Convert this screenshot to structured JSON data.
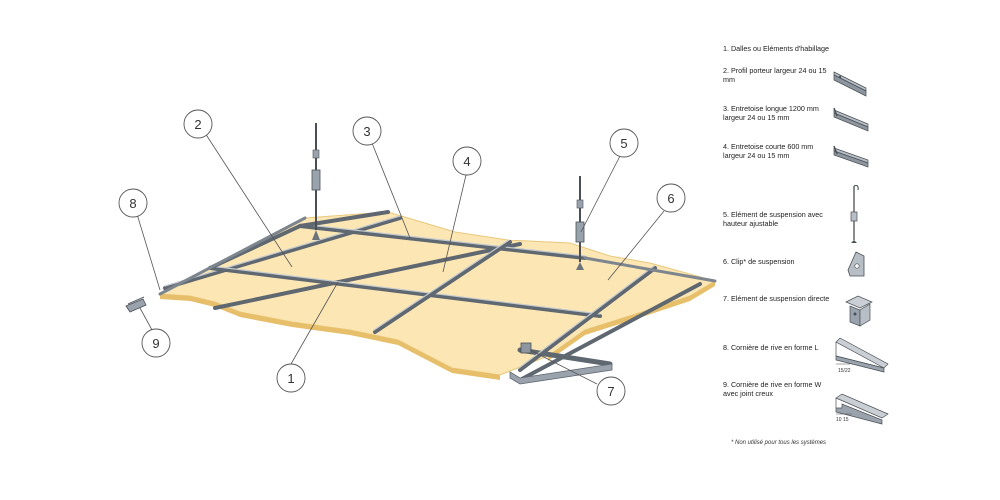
{
  "legend": [
    {
      "num": "1",
      "text": "1. Dalles ou Eléments d'habillage"
    },
    {
      "num": "2",
      "text": "2. Profil porteur largeur 24 ou 15 mm"
    },
    {
      "num": "3",
      "text": "3. Entretoise longue 1200 mm largeur 24 ou 15 mm"
    },
    {
      "num": "4",
      "text": "4. Entretoise courte 600 mm largeur 24 ou 15 mm"
    },
    {
      "num": "5",
      "text": "5. Elément de suspension avec hauteur ajustable"
    },
    {
      "num": "6",
      "text": "6. Clip* de suspension"
    },
    {
      "num": "7",
      "text": "7. Elément de suspension directe"
    },
    {
      "num": "8",
      "text": "8. Cornière de rive en forme L"
    },
    {
      "num": "9",
      "text": "9. Cornière de rive en forme W avec joint creux"
    }
  ],
  "dimensions": {
    "l_angle": "15/22",
    "w_angle": "10  15"
  },
  "footnote": "* Non utilisé pour tous les systèmes",
  "colors": {
    "tile": "#fbe6b4",
    "tile_edge": "#e9c87c",
    "profile": "#9aa3ad",
    "profile_dark": "#5f6770",
    "leader": "#555555"
  }
}
